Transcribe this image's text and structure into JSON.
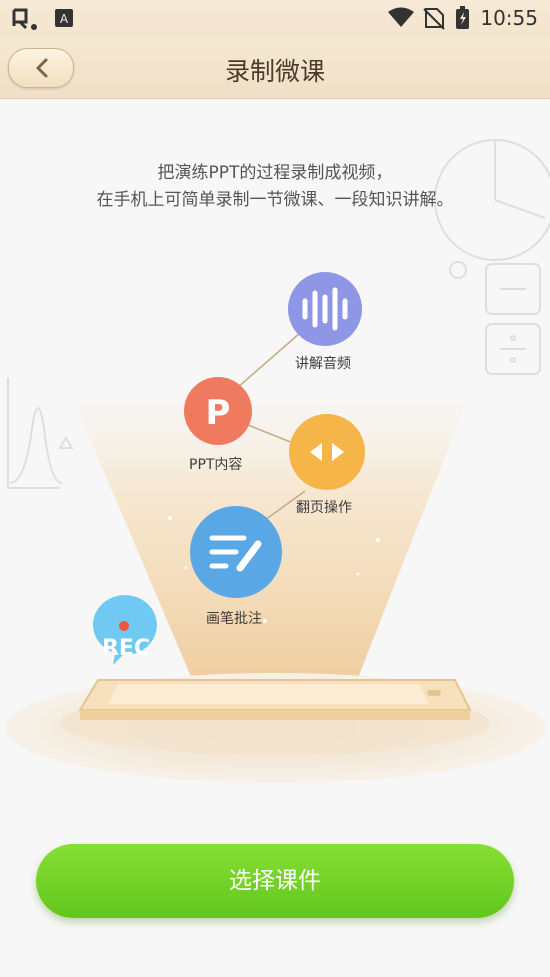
{
  "status_bar": {
    "time": "10:55"
  },
  "header": {
    "title": "录制微课",
    "back_icon": "chevron-left-icon"
  },
  "intro": {
    "line1": "把演练PPT的过程录制成视频，",
    "line2": "在手机上可简单录制一节微课、一段知识讲解。"
  },
  "nodes": {
    "audio": {
      "label": "讲解音频",
      "icon": "waveform-icon",
      "color": "#8f96e6"
    },
    "ppt": {
      "label": "PPT内容",
      "icon_text": "P",
      "icon": "ppt-icon",
      "color": "#f07a60"
    },
    "page": {
      "label": "翻页操作",
      "icon": "page-turn-icon",
      "color": "#f6b549"
    },
    "pen": {
      "label": "画笔批注",
      "icon": "pen-note-icon",
      "color": "#5aa7e6"
    }
  },
  "rec_badge": {
    "text": "REC",
    "color": "#6fc9f2"
  },
  "cta": {
    "label": "选择课件",
    "color": "#74d42a"
  }
}
